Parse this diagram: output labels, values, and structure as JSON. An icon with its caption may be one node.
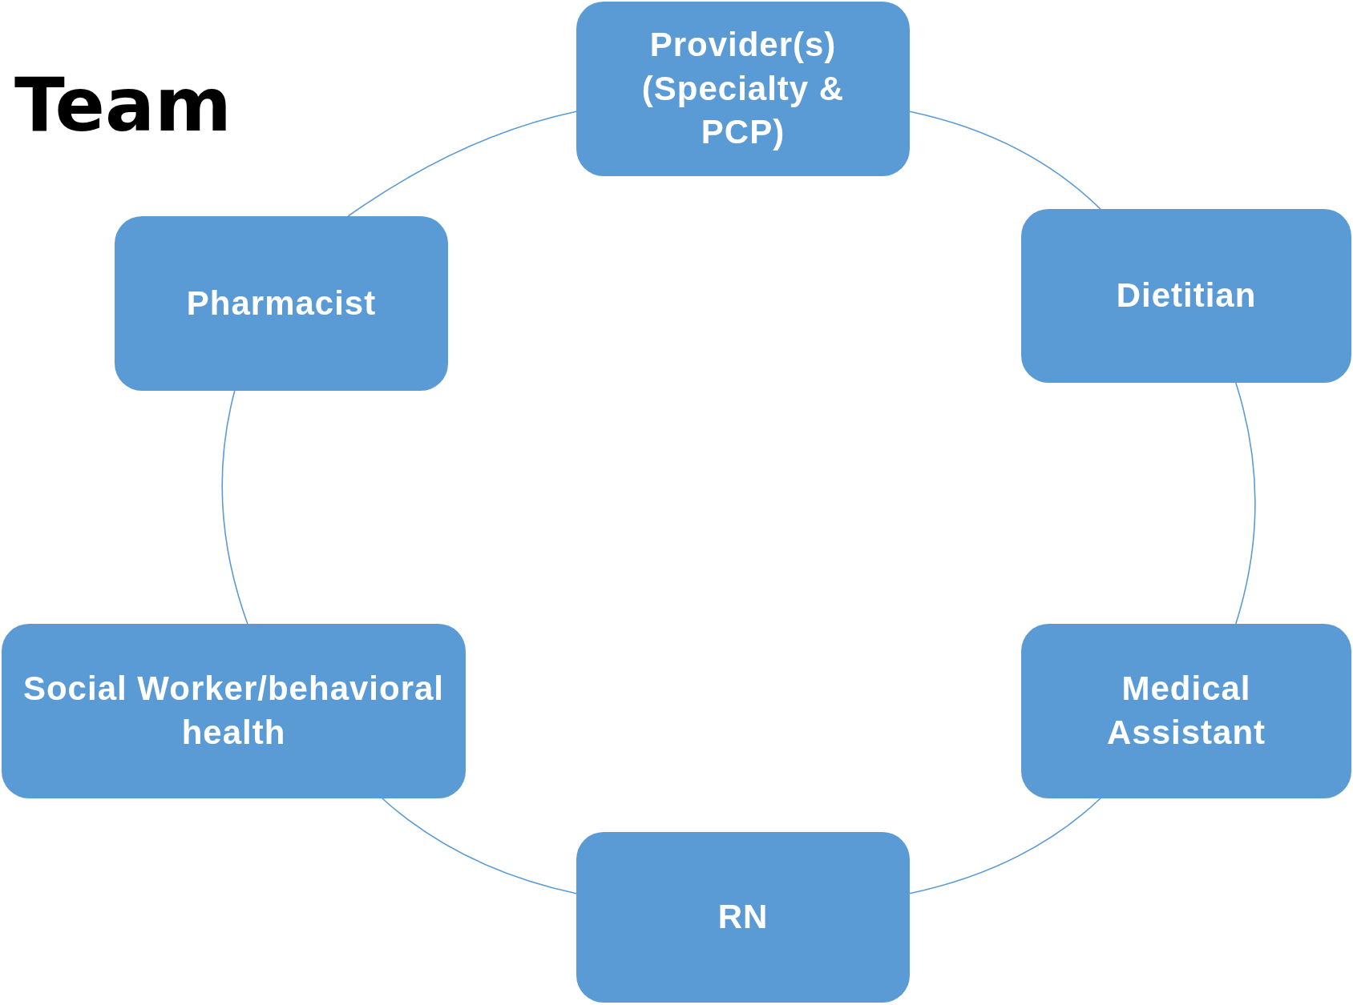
{
  "diagram": {
    "title": "Team",
    "nodes": [
      {
        "text": [
          "Provider(s) (Specialty & PCP)"
        ]
      },
      {
        "text": [
          "Pharmacist"
        ]
      },
      {
        "text": [
          "Dietitian"
        ]
      },
      {
        "text": [
          "Social Worker/behavioral health"
        ]
      },
      {
        "text": [
          "Medical Assistant"
        ]
      },
      {
        "text": [
          "RN"
        ]
      }
    ],
    "edges": [
      {
        "from": 0,
        "to": 2,
        "arrow": "none"
      },
      {
        "from": 2,
        "to": 4,
        "arrow": "none"
      },
      {
        "from": 4,
        "to": 5,
        "arrow": "none"
      },
      {
        "from": 5,
        "to": 3,
        "arrow": "none"
      },
      {
        "from": 3,
        "to": 1,
        "arrow": "none"
      },
      {
        "from": 1,
        "to": 0,
        "arrow": "none"
      }
    ]
  }
}
